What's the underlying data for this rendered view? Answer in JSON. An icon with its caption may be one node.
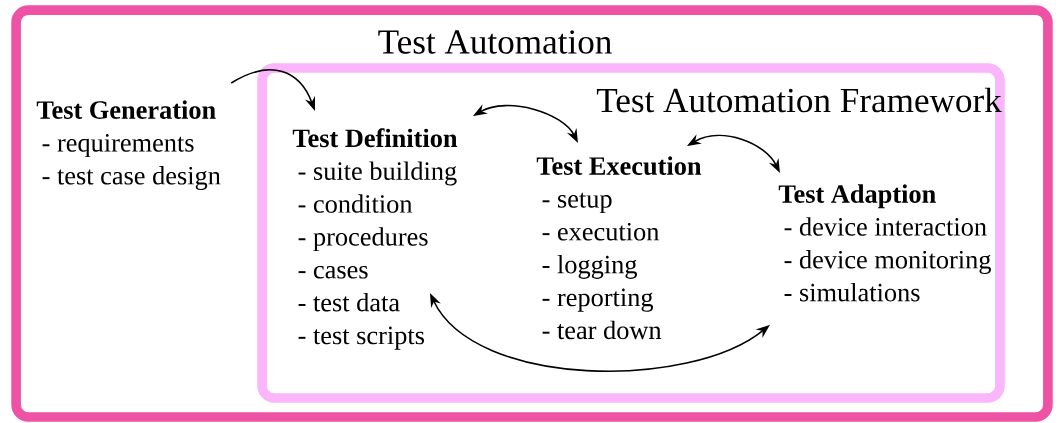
{
  "diagram": {
    "nodes": [
      {
        "text": [
          "Test Automation"
        ]
      },
      {
        "text": [
          "Test Automation Framework"
        ],
        "in": 0
      },
      {
        "text": [
          "Test Generation",
          "- requirements",
          "- test case design"
        ],
        "in": 0
      },
      {
        "text": [
          "Test Definition",
          "- suite building",
          "- condition",
          "- procedures",
          "- cases",
          "- test data",
          "- test scripts"
        ],
        "in": 1
      },
      {
        "text": [
          "Test Execution",
          "- setup",
          "- execution",
          "- logging",
          "- reporting",
          "- tear down"
        ],
        "in": 1
      },
      {
        "text": [
          "Test Adaption",
          "- device interaction",
          "- device monitoring",
          "- simulations"
        ],
        "in": 1
      }
    ],
    "edges": [
      {
        "from": 2,
        "to": 3,
        "arrow": "to"
      },
      {
        "from": 3,
        "to": 4,
        "arrow": "both"
      },
      {
        "from": 4,
        "to": 5,
        "arrow": "both"
      },
      {
        "from": 3,
        "to": 5,
        "arrow": "both"
      }
    ]
  }
}
